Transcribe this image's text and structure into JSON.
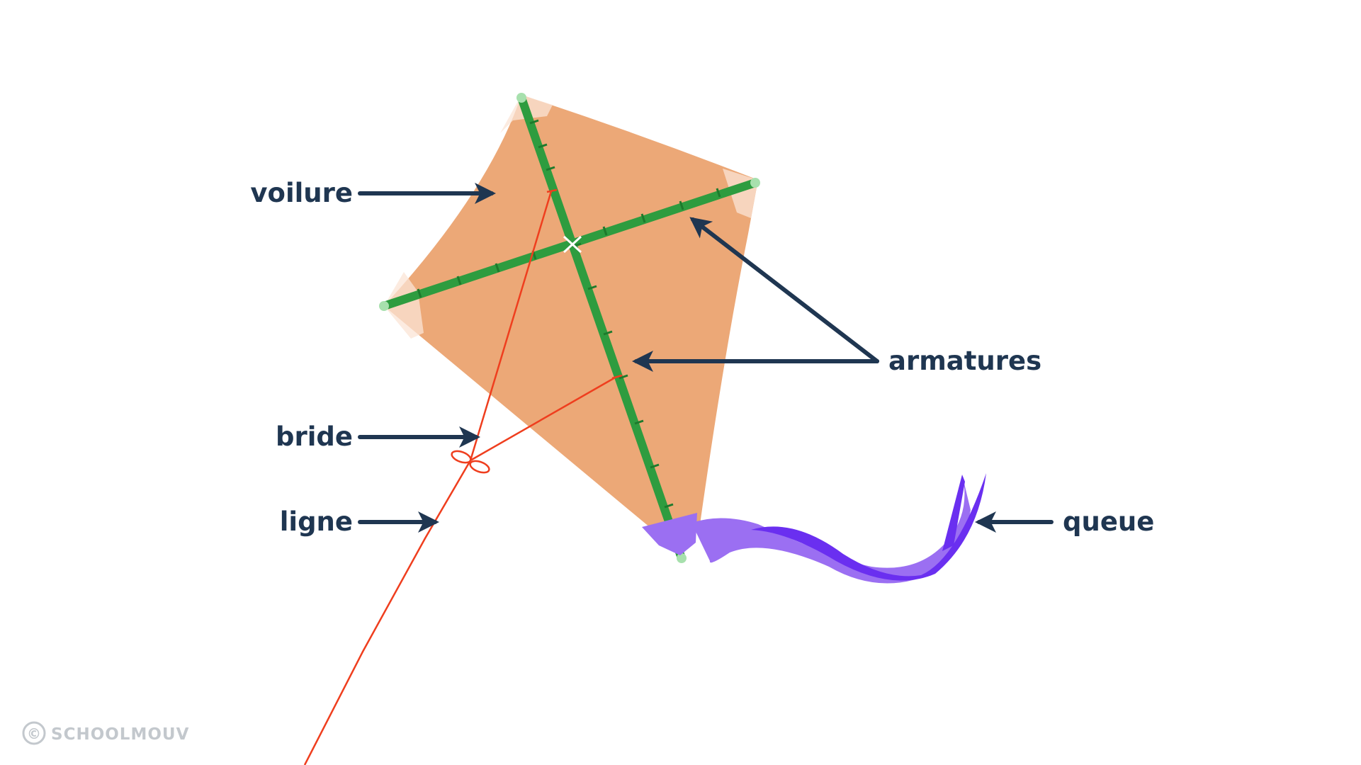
{
  "labels": {
    "sail": "voilure",
    "frame": "armatures",
    "bridle": "bride",
    "line": "ligne",
    "tail": "queue"
  },
  "watermark": {
    "text": "SCHOOLMOUV",
    "symbol": "©"
  },
  "colors": {
    "sail": "#eca877",
    "spar": "#2e9c3f",
    "string": "#ef3e1e",
    "tail": "#7a3ff0",
    "label": "#1f3651"
  }
}
